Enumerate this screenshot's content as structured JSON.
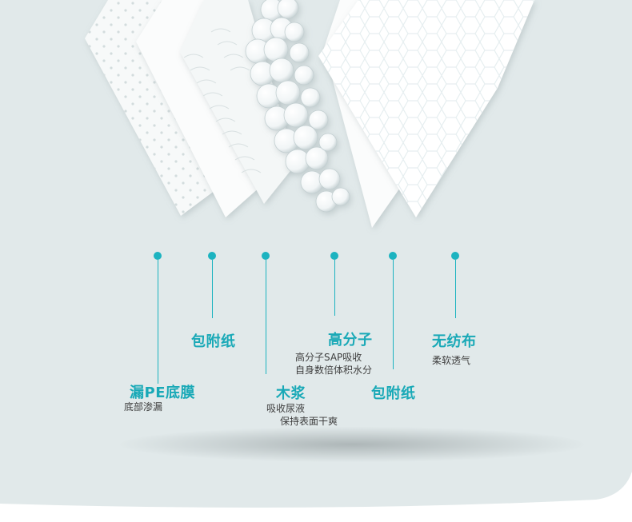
{
  "colors": {
    "background": "#e1e9ea",
    "accent": "#1cb3c0",
    "title_text": "#19a9b7",
    "desc_text": "#3e3e3e",
    "layer_white": "#ffffff"
  },
  "layers": [
    {
      "id": "pe-film",
      "title": "漏PE底膜",
      "desc": [
        "底部渗漏"
      ]
    },
    {
      "id": "wrap-tissue-1",
      "title": "包附纸",
      "desc": []
    },
    {
      "id": "wood-pulp",
      "title": "木浆",
      "desc": [
        "吸收尿液",
        "保持表面干爽"
      ]
    },
    {
      "id": "sap",
      "title": "高分子",
      "desc": [
        "高分子SAP吸收",
        "自身数倍体积水分"
      ]
    },
    {
      "id": "wrap-tissue-2",
      "title": "包附纸",
      "desc": []
    },
    {
      "id": "nonwoven",
      "title": "无纺布",
      "desc": [
        "柔软透气"
      ]
    }
  ]
}
